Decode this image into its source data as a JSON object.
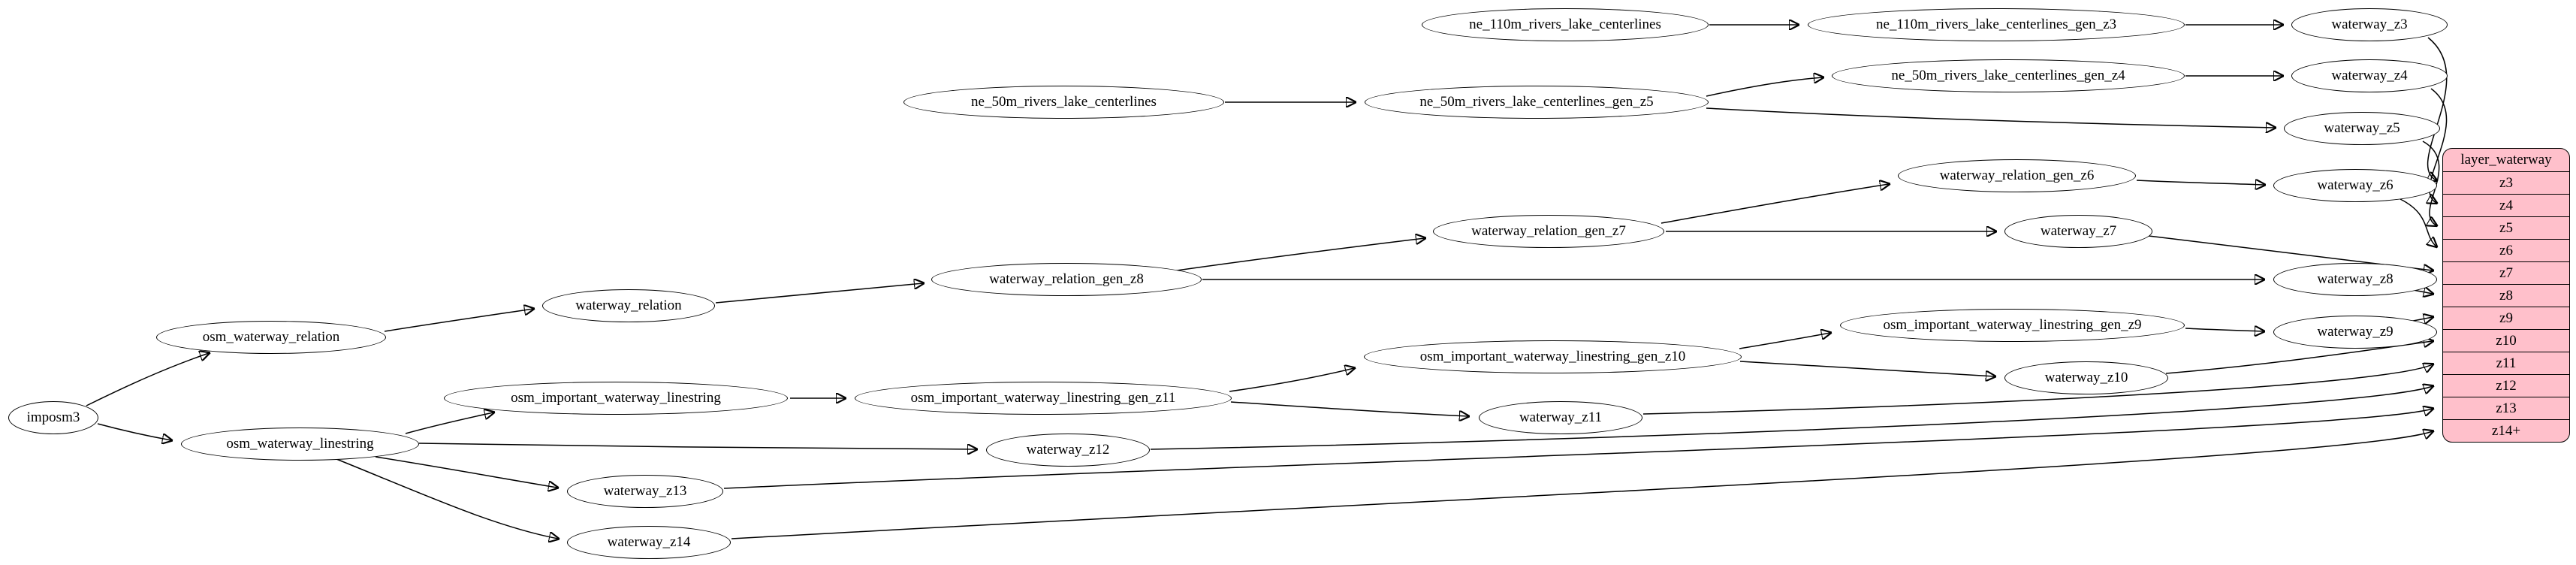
{
  "diagram": {
    "background_color": "#ffffff",
    "node_fill_color": "#ffffff",
    "node_stroke_color": "#000000",
    "edge_color": "#000000"
  },
  "nodes": {
    "imposm3": {
      "label": "imposm3"
    },
    "osm_waterway_relation": {
      "label": "osm_waterway_relation"
    },
    "osm_waterway_linestring": {
      "label": "osm_waterway_linestring"
    },
    "waterway_relation": {
      "label": "waterway_relation"
    },
    "osm_important_waterway_linestring": {
      "label": "osm_important_waterway_linestring"
    },
    "waterway_relation_gen_z8": {
      "label": "waterway_relation_gen_z8"
    },
    "waterway_relation_gen_z7": {
      "label": "waterway_relation_gen_z7"
    },
    "waterway_relation_gen_z6": {
      "label": "waterway_relation_gen_z6"
    },
    "osm_important_waterway_linestring_gen_z11": {
      "label": "osm_important_waterway_linestring_gen_z11"
    },
    "osm_important_waterway_linestring_gen_z10": {
      "label": "osm_important_waterway_linestring_gen_z10"
    },
    "osm_important_waterway_linestring_gen_z9": {
      "label": "osm_important_waterway_linestring_gen_z9"
    },
    "ne_110m_rivers_lake_centerlines": {
      "label": "ne_110m_rivers_lake_centerlines"
    },
    "ne_110m_rivers_lake_centerlines_gen_z3": {
      "label": "ne_110m_rivers_lake_centerlines_gen_z3"
    },
    "ne_50m_rivers_lake_centerlines": {
      "label": "ne_50m_rivers_lake_centerlines"
    },
    "ne_50m_rivers_lake_centerlines_gen_z5": {
      "label": "ne_50m_rivers_lake_centerlines_gen_z5"
    },
    "ne_50m_rivers_lake_centerlines_gen_z4": {
      "label": "ne_50m_rivers_lake_centerlines_gen_z4"
    },
    "waterway_z3": {
      "label": "waterway_z3"
    },
    "waterway_z4": {
      "label": "waterway_z4"
    },
    "waterway_z5": {
      "label": "waterway_z5"
    },
    "waterway_z6": {
      "label": "waterway_z6"
    },
    "waterway_z7": {
      "label": "waterway_z7"
    },
    "waterway_z8": {
      "label": "waterway_z8"
    },
    "waterway_z9": {
      "label": "waterway_z9"
    },
    "waterway_z10": {
      "label": "waterway_z10"
    },
    "waterway_z11": {
      "label": "waterway_z11"
    },
    "waterway_z12": {
      "label": "waterway_z12"
    },
    "waterway_z13": {
      "label": "waterway_z13"
    },
    "waterway_z14": {
      "label": "waterway_z14"
    }
  },
  "record": {
    "title": "layer_waterway",
    "fill": "#ffc0cb",
    "stroke": "#000000",
    "rows": [
      "z3",
      "z4",
      "z5",
      "z6",
      "z7",
      "z8",
      "z9",
      "z10",
      "z11",
      "z12",
      "z13",
      "z14+"
    ]
  },
  "edges": [
    {
      "from": "imposm3",
      "to": "osm_waterway_relation"
    },
    {
      "from": "imposm3",
      "to": "osm_waterway_linestring"
    },
    {
      "from": "osm_waterway_relation",
      "to": "waterway_relation"
    },
    {
      "from": "waterway_relation",
      "to": "waterway_relation_gen_z8"
    },
    {
      "from": "waterway_relation_gen_z8",
      "to": "waterway_relation_gen_z7"
    },
    {
      "from": "waterway_relation_gen_z8",
      "to": "waterway_z8"
    },
    {
      "from": "waterway_relation_gen_z7",
      "to": "waterway_relation_gen_z6"
    },
    {
      "from": "waterway_relation_gen_z7",
      "to": "waterway_z7"
    },
    {
      "from": "waterway_relation_gen_z6",
      "to": "waterway_z6"
    },
    {
      "from": "osm_waterway_linestring",
      "to": "osm_important_waterway_linestring"
    },
    {
      "from": "osm_waterway_linestring",
      "to": "waterway_z12"
    },
    {
      "from": "osm_waterway_linestring",
      "to": "waterway_z13"
    },
    {
      "from": "osm_waterway_linestring",
      "to": "waterway_z14"
    },
    {
      "from": "osm_important_waterway_linestring",
      "to": "osm_important_waterway_linestring_gen_z11"
    },
    {
      "from": "osm_important_waterway_linestring_gen_z11",
      "to": "osm_important_waterway_linestring_gen_z10"
    },
    {
      "from": "osm_important_waterway_linestring_gen_z11",
      "to": "waterway_z11"
    },
    {
      "from": "osm_important_waterway_linestring_gen_z10",
      "to": "osm_important_waterway_linestring_gen_z9"
    },
    {
      "from": "osm_important_waterway_linestring_gen_z10",
      "to": "waterway_z10"
    },
    {
      "from": "osm_important_waterway_linestring_gen_z9",
      "to": "waterway_z9"
    },
    {
      "from": "ne_110m_rivers_lake_centerlines",
      "to": "ne_110m_rivers_lake_centerlines_gen_z3"
    },
    {
      "from": "ne_110m_rivers_lake_centerlines_gen_z3",
      "to": "waterway_z3"
    },
    {
      "from": "ne_50m_rivers_lake_centerlines",
      "to": "ne_50m_rivers_lake_centerlines_gen_z5"
    },
    {
      "from": "ne_50m_rivers_lake_centerlines_gen_z5",
      "to": "ne_50m_rivers_lake_centerlines_gen_z4"
    },
    {
      "from": "ne_50m_rivers_lake_centerlines_gen_z5",
      "to": "waterway_z5"
    },
    {
      "from": "ne_50m_rivers_lake_centerlines_gen_z4",
      "to": "waterway_z4"
    },
    {
      "from": "waterway_z3",
      "to": "layer_waterway.z3"
    },
    {
      "from": "waterway_z4",
      "to": "layer_waterway.z4"
    },
    {
      "from": "waterway_z5",
      "to": "layer_waterway.z5"
    },
    {
      "from": "waterway_z6",
      "to": "layer_waterway.z6"
    },
    {
      "from": "waterway_z7",
      "to": "layer_waterway.z7"
    },
    {
      "from": "waterway_z8",
      "to": "layer_waterway.z8"
    },
    {
      "from": "waterway_z9",
      "to": "layer_waterway.z9"
    },
    {
      "from": "waterway_z10",
      "to": "layer_waterway.z10"
    },
    {
      "from": "waterway_z11",
      "to": "layer_waterway.z11"
    },
    {
      "from": "waterway_z12",
      "to": "layer_waterway.z12"
    },
    {
      "from": "waterway_z13",
      "to": "layer_waterway.z13"
    },
    {
      "from": "waterway_z14",
      "to": "layer_waterway.z14+"
    }
  ]
}
